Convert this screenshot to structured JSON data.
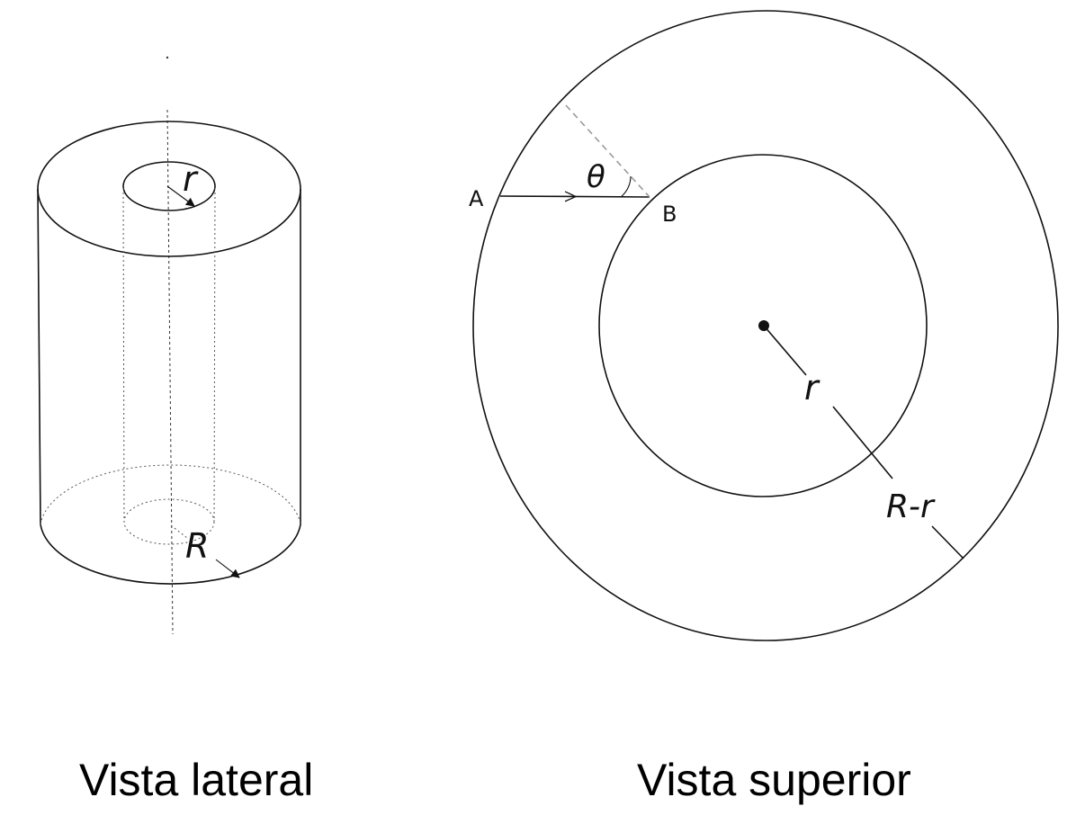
{
  "labels": {
    "inner_radius": "r",
    "outer_radius": "R",
    "angle": "θ",
    "point_a": "A",
    "point_b": "B",
    "radius_top_view": "r",
    "difference": "R-r"
  },
  "captions": {
    "side_view": "Vista lateral",
    "top_view": "Vista superior"
  },
  "colors": {
    "line": "#111111",
    "dashed": "#9a9a9a",
    "background": "#ffffff"
  }
}
